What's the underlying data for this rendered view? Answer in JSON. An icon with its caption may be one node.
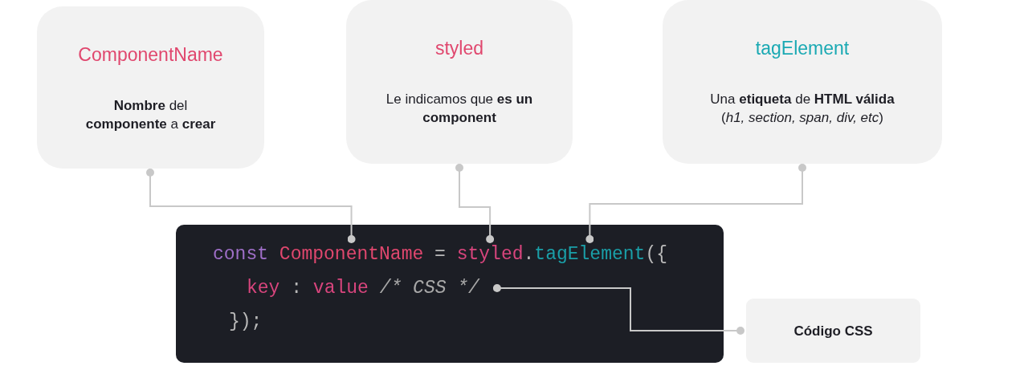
{
  "diagram": {
    "nodes": [
      {
        "text": [
          "ComponentName",
          "**Nombre** del **componente** a **crear**"
        ]
      },
      {
        "text": [
          "styled",
          "Le indicamos que **es un** **component**"
        ]
      },
      {
        "text": [
          "tagElement",
          "Una **etiqueta** de **HTML válida** (*h1, section, span, div, etc*)"
        ]
      },
      {
        "text": [],
        "shape": "box"
      },
      {
        "text": [
          "const"
        ],
        "in": 3
      },
      {
        "text": [
          "ComponentName"
        ],
        "in": 3
      },
      {
        "text": [
          "="
        ],
        "in": 3
      },
      {
        "text": [
          "styled"
        ],
        "in": 3
      },
      {
        "text": [
          "."
        ],
        "in": 3
      },
      {
        "text": [
          "tagElement"
        ],
        "in": 3
      },
      {
        "text": [
          "({"
        ],
        "in": 3
      },
      {
        "text": [
          "key"
        ],
        "in": 3
      },
      {
        "text": [
          ":"
        ],
        "in": 3
      },
      {
        "text": [
          "value"
        ],
        "in": 3
      },
      {
        "text": [
          "/* CSS */"
        ],
        "in": 3
      },
      {
        "text": [
          "});"
        ],
        "in": 3
      },
      {
        "text": [
          "Código CSS"
        ]
      }
    ],
    "edges": [
      {
        "from": 0,
        "to": 5,
        "arrow": "other"
      },
      {
        "from": 1,
        "to": 7,
        "arrow": "other"
      },
      {
        "from": 2,
        "to": 9,
        "arrow": "other"
      },
      {
        "from": 14,
        "to": 16,
        "arrow": "other"
      }
    ]
  }
}
